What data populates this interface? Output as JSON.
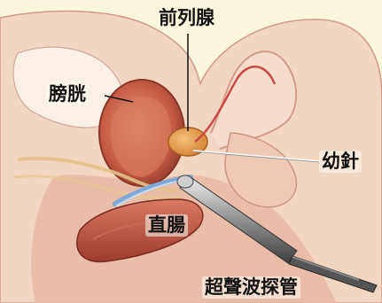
{
  "labels": {
    "prostate": "前列腺",
    "bladder": "膀胱",
    "needle": "幼針",
    "rectum": "直腸",
    "ultrasound_probe": "超聲波探管"
  },
  "colors": {
    "background": "#fbf6dc",
    "tissue": "#f3d6c2",
    "tissue_dark": "#e8b9a3",
    "bladder": "#c8604a",
    "prostate": "#e0933a",
    "rectum": "#b84a3a",
    "probe": "#555555",
    "outline": "#c07a6a"
  }
}
